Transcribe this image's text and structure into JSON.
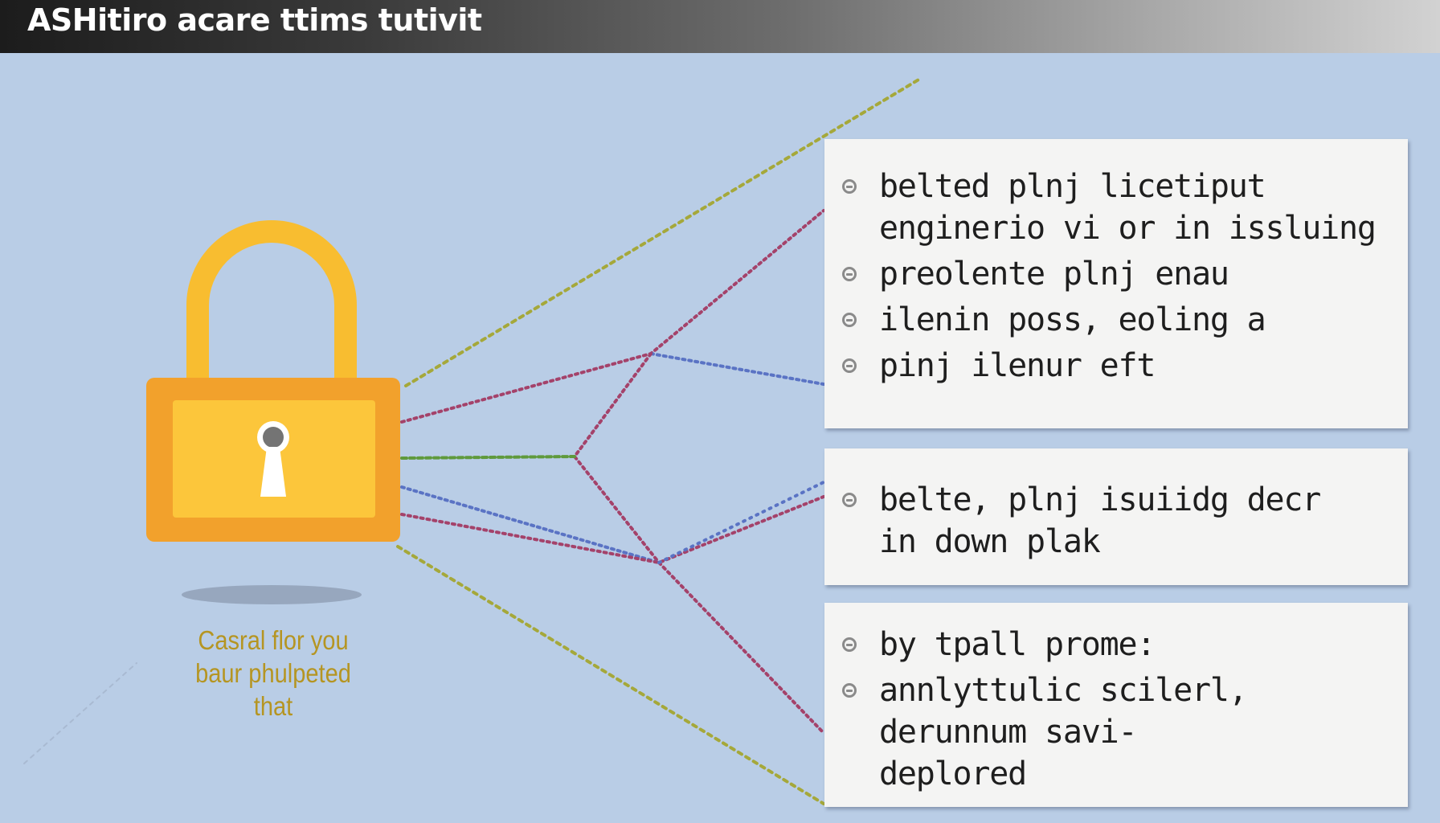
{
  "header": {
    "title": "ASHitiro acare ttims tutivit"
  },
  "lock": {
    "caption_lines": [
      "Casral flor you",
      "baur phulpeted",
      "that"
    ]
  },
  "panels": [
    {
      "items": [
        {
          "lines": [
            "belted plnj licetiput",
            "enginerio vi or in issluing"
          ]
        },
        {
          "lines": [
            "preolente plnj enau"
          ]
        },
        {
          "lines": [
            "ilenin poss, eoling a"
          ]
        },
        {
          "lines": [
            "pinj ilenur eft"
          ]
        }
      ]
    },
    {
      "items": [
        {
          "lines": [
            "belte, plnj isuiidg decr",
            "in down plak"
          ]
        }
      ]
    },
    {
      "items": [
        {
          "lines": [
            "by tpall prome:"
          ]
        },
        {
          "lines": [
            "annlyttulic scilerl,",
            "derunnum savi-",
            "deplored"
          ]
        }
      ]
    }
  ],
  "colors": {
    "background": "#b9cde6",
    "lock_body_outer": "#f2a12c",
    "lock_body_inner": "#fcc63b",
    "shackle": "#f8bd30",
    "caption": "#b59522",
    "connector_olive": "#a5a83a",
    "connector_red": "#a4426a",
    "connector_blue": "#5a73c4",
    "connector_green": "#5f9a3c"
  },
  "icons": {
    "lock": "padlock-icon",
    "bullet": "bullet-circle-icon"
  }
}
